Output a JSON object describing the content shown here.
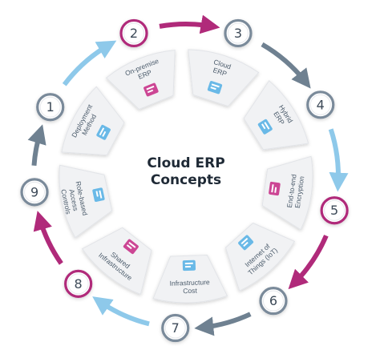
{
  "title": {
    "line1": "Cloud ERP",
    "line2": "Concepts"
  },
  "segments": [
    {
      "number": "1",
      "lines": [
        "Deployment",
        "Method"
      ],
      "icon": "gear-monitor-icon",
      "ring_color": "#7a8a9a"
    },
    {
      "number": "2",
      "lines": [
        "On-premise",
        "ERP"
      ],
      "icon": "server-stack-icon",
      "ring_color": "#b02a7a"
    },
    {
      "number": "3",
      "lines": [
        "Cloud",
        "ERP"
      ],
      "icon": "cloud-network-icon",
      "ring_color": "#7a8a9a"
    },
    {
      "number": "4",
      "lines": [
        "Hybrid",
        "ERP"
      ],
      "icon": "hybrid-cloud-icon",
      "ring_color": "#7a8a9a"
    },
    {
      "number": "5",
      "lines": [
        "End-to-end",
        "Encryption"
      ],
      "icon": "key-binary-icon",
      "ring_color": "#b02a7a"
    },
    {
      "number": "6",
      "lines": [
        "Internet of",
        "Things (IoT)"
      ],
      "icon": "iot-signal-icon",
      "ring_color": "#7a8a9a"
    },
    {
      "number": "7",
      "lines": [
        "Infrastructure",
        "Cost"
      ],
      "icon": "dollar-screen-icon",
      "ring_color": "#7a8a9a"
    },
    {
      "number": "8",
      "lines": [
        "Shared",
        "Infrastructure"
      ],
      "icon": "shared-gear-icon",
      "ring_color": "#b02a7a"
    },
    {
      "number": "9",
      "lines": [
        "Role-based",
        "Access",
        "Controls"
      ],
      "icon": "access-hand-icon",
      "ring_color": "#7a8a9a"
    }
  ],
  "colors": {
    "magenta": "#b02a7a",
    "light_blue": "#8ec9ea",
    "slate": "#6f8191",
    "icon_blue": "#5ab3e6",
    "icon_pink": "#c8338a",
    "panel": "#f1f2f4"
  }
}
